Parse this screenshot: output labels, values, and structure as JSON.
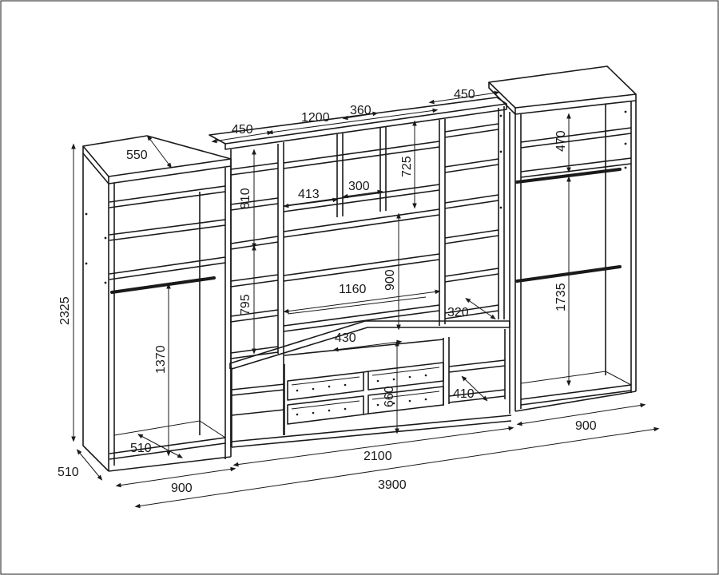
{
  "dimensions": {
    "d550": "550",
    "d450a": "450",
    "d1200": "1200",
    "d360": "360",
    "d450b": "450",
    "d810": "810",
    "d413": "413",
    "d300": "300",
    "d725": "725",
    "d470": "470",
    "d795": "795",
    "d1160": "1160",
    "d900v": "900",
    "d320": "320",
    "d1735": "1735",
    "d430": "430",
    "d2325": "2325",
    "d1370": "1370",
    "d660": "660",
    "d410": "410",
    "d510inner": "510",
    "d510depth": "510",
    "d900left": "900",
    "d900right": "900",
    "d2100": "2100",
    "d3900": "3900"
  }
}
